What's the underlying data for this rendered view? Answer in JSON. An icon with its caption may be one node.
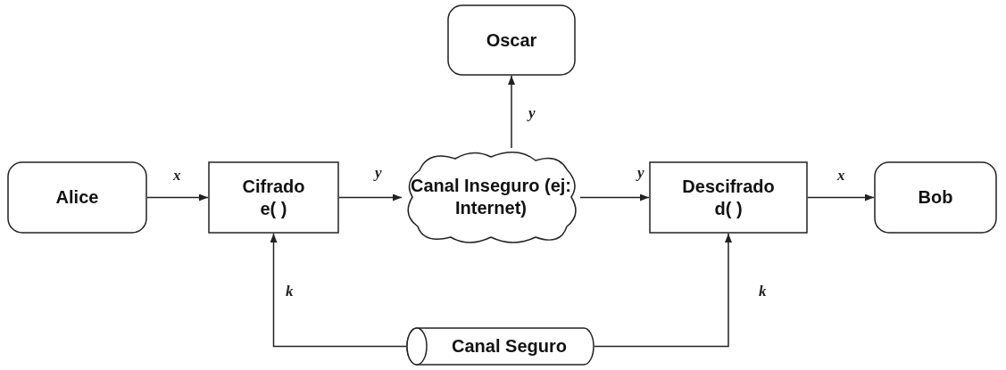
{
  "diagram": {
    "nodes": [
      {
        "text": [
          "Alice"
        ]
      },
      {
        "text": [
          "Cifrado",
          "e( )"
        ]
      },
      {
        "text": [
          "Canal Inseguro (ej: Internet)"
        ]
      },
      {
        "text": [
          "Descifrado",
          "d( )"
        ]
      },
      {
        "text": [
          "Bob"
        ]
      },
      {
        "text": [
          "Oscar"
        ]
      },
      {
        "text": [
          "Canal Seguro"
        ]
      }
    ],
    "edges": [
      {
        "from": 0,
        "to": 1,
        "arrow": "to",
        "label": "x"
      },
      {
        "from": 1,
        "to": 2,
        "arrow": "to",
        "label": "y"
      },
      {
        "from": 2,
        "to": 3,
        "arrow": "to",
        "label": "y"
      },
      {
        "from": 3,
        "to": 4,
        "arrow": "to",
        "label": "x"
      },
      {
        "from": 2,
        "to": 5,
        "arrow": "to",
        "label": "y"
      },
      {
        "from": 6,
        "to": 1,
        "arrow": "to",
        "label": "k"
      },
      {
        "from": 6,
        "to": 3,
        "arrow": "to",
        "label": "k"
      }
    ]
  }
}
